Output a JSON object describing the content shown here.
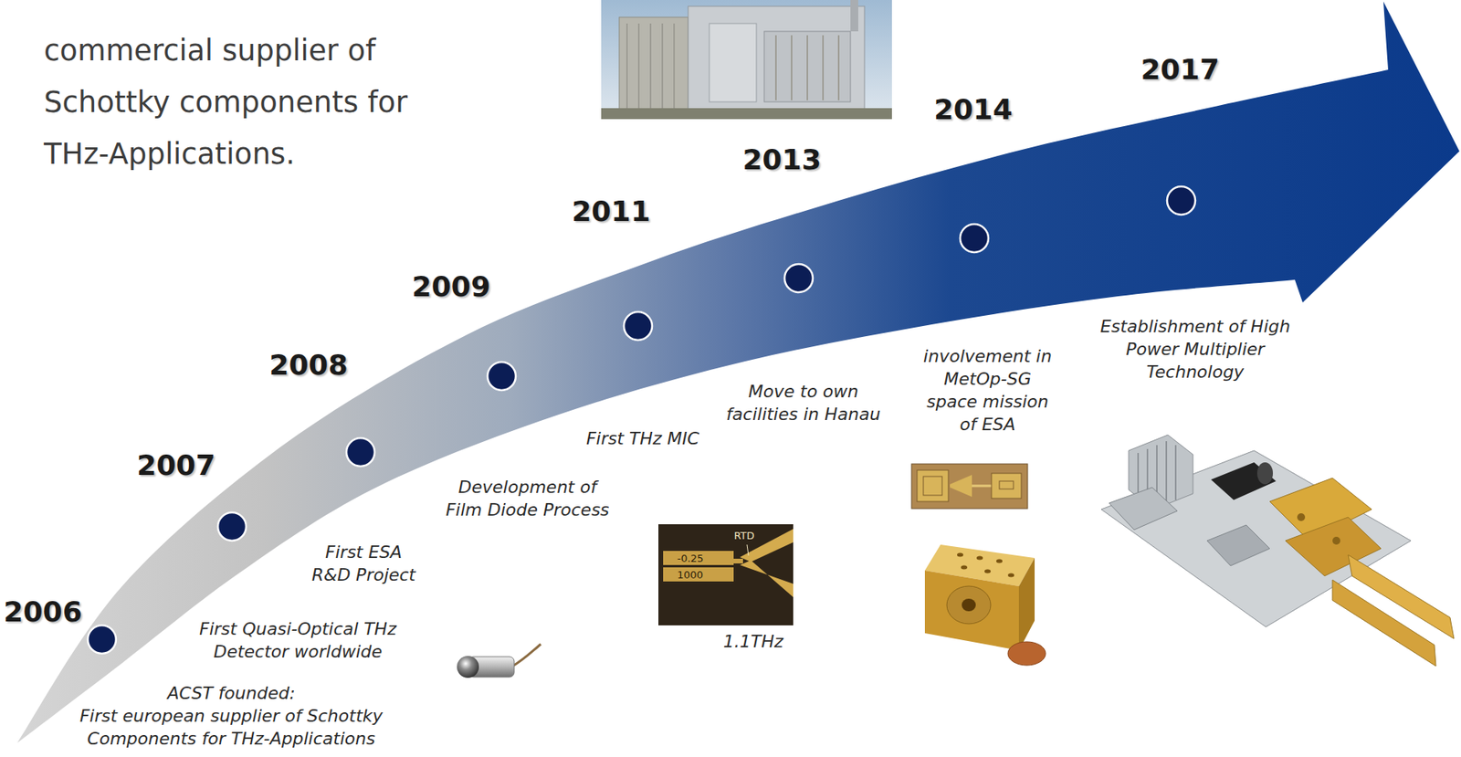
{
  "diagram": {
    "labels": [
      "commercial supplier of Schottky components for THz-Applications.",
      "2006",
      "2007",
      "2008",
      "2009",
      "2011",
      "2013",
      "2014",
      "2017",
      "ACST founded:",
      "First european supplier of Schottky Components for THz-Applications",
      "First Quasi-Optical THz Detector worldwide",
      "First ESA R&D Project",
      "Development of Film Diode Process",
      "First THz MIC",
      "Move to own facilities in Hanau",
      "involvement in MetOp-SG space mission of ESA",
      "Establishment of High Power Multiplier Technology",
      "RTD",
      "-0.25",
      "1000",
      "1.1THz"
    ]
  }
}
